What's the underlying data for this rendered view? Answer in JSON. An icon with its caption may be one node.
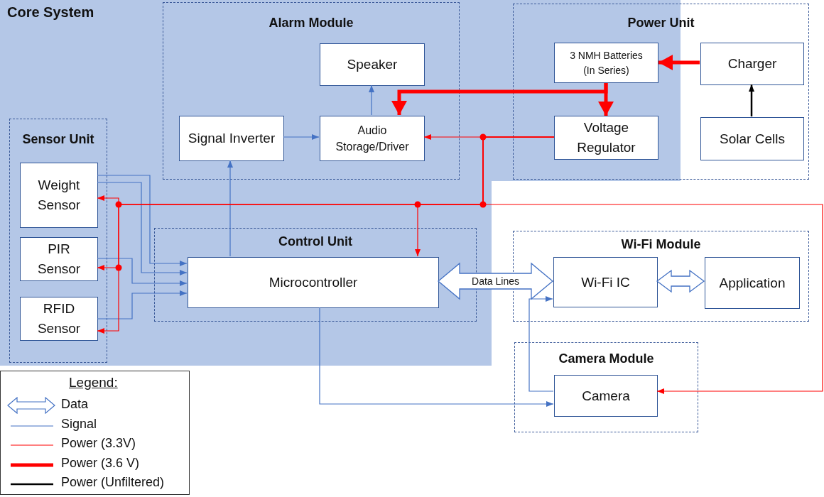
{
  "diagram": {
    "nodes": [
      {
        "text": [
          "Core System"
        ]
      },
      {
        "text": [
          "Alarm Module"
        ],
        "in": 0
      },
      {
        "text": [
          "Speaker"
        ],
        "in": 1
      },
      {
        "text": [
          "Signal Inverter"
        ],
        "in": 1
      },
      {
        "text": [
          "Audio Storage/Driver"
        ],
        "in": 1
      },
      {
        "text": [
          "Power Unit"
        ]
      },
      {
        "text": [
          "3 NMH Batteries (In Series)"
        ]
      },
      {
        "text": [
          "Voltage Regulator"
        ]
      },
      {
        "text": [
          "Charger"
        ],
        "in": 5
      },
      {
        "text": [
          "Solar Cells"
        ],
        "in": 5
      },
      {
        "text": [
          "Sensor Unit"
        ],
        "in": 0
      },
      {
        "text": [
          "Weight Sensor"
        ],
        "in": 10
      },
      {
        "text": [
          "PIR Sensor"
        ],
        "in": 10
      },
      {
        "text": [
          "RFID Sensor"
        ],
        "in": 10
      },
      {
        "text": [
          "Control Unit"
        ],
        "in": 0
      },
      {
        "text": [
          "Microcontroller"
        ],
        "in": 14
      },
      {
        "text": [
          "Wi-Fi Module"
        ]
      },
      {
        "text": [
          "Wi-Fi IC"
        ],
        "in": 16
      },
      {
        "text": [
          "Application"
        ],
        "in": 16
      },
      {
        "text": [
          "Camera Module"
        ]
      },
      {
        "text": [
          "Camera"
        ],
        "in": 19
      }
    ],
    "edges": [
      {
        "from": 11,
        "to": 15,
        "arrow": "to"
      },
      {
        "from": 11,
        "to": 15,
        "arrow": "to"
      },
      {
        "from": 12,
        "to": 15,
        "arrow": "to"
      },
      {
        "from": 13,
        "to": 15,
        "arrow": "to"
      },
      {
        "from": 15,
        "to": 3,
        "arrow": "to"
      },
      {
        "from": 3,
        "to": 4,
        "arrow": "to"
      },
      {
        "from": 4,
        "to": 2,
        "arrow": "to"
      },
      {
        "from": 15,
        "to": 20,
        "arrow": "to"
      },
      {
        "from": 20,
        "to": 17,
        "arrow": "to"
      },
      {
        "from": 9,
        "to": 8,
        "arrow": "to",
        "color": "#000000"
      },
      {
        "from": 8,
        "to": 6,
        "arrow": "to",
        "style": "thick",
        "color": "#ff0000"
      },
      {
        "from": 6,
        "to": 4,
        "arrow": "to",
        "style": "thick",
        "color": "#ff0000"
      },
      {
        "from": 6,
        "to": 7,
        "arrow": "to",
        "style": "thick",
        "color": "#ff0000"
      },
      {
        "from": 7,
        "to": 4,
        "arrow": "to",
        "color": "#ff0000"
      },
      {
        "from": 7,
        "to": 11,
        "arrow": "to",
        "color": "#ff0000"
      },
      {
        "from": 7,
        "to": 12,
        "arrow": "to",
        "color": "#ff0000"
      },
      {
        "from": 7,
        "to": 13,
        "arrow": "to",
        "color": "#ff0000"
      },
      {
        "from": 7,
        "to": 15,
        "arrow": "to",
        "color": "#ff0000"
      },
      {
        "from": 7,
        "to": 20,
        "arrow": "to",
        "color": "#ff0000"
      },
      {
        "from": 15,
        "to": 17,
        "arrow": "both",
        "label": "Data Lines"
      },
      {
        "from": 17,
        "to": 18,
        "arrow": "both"
      }
    ],
    "labels": [
      "Legend:"
    ],
    "legend": [
      {
        "text": "Data"
      },
      {
        "text": "Signal"
      },
      {
        "text": "Power (3.3V)"
      },
      {
        "text": "Power (3.6 V)"
      },
      {
        "text": "Power (Unfiltered)"
      }
    ]
  }
}
